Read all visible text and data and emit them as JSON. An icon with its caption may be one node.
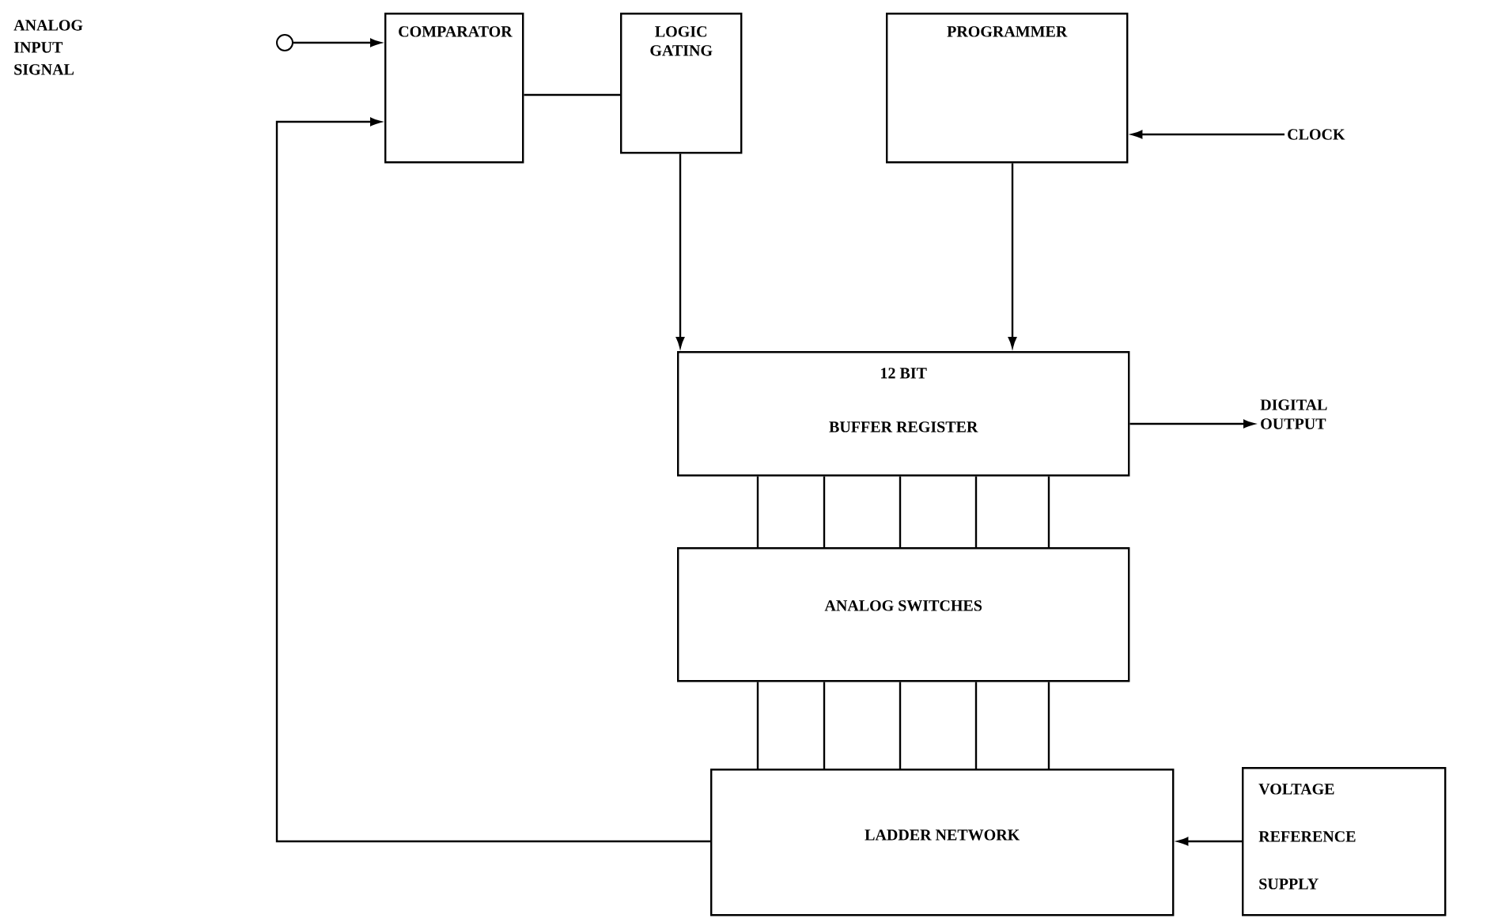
{
  "diagram": {
    "nodes": [
      {
        "text": [],
        "shape": "circle"
      },
      {
        "text": [
          "COMPARATOR"
        ]
      },
      {
        "text": [
          "LOGIC GATING"
        ]
      },
      {
        "text": [
          "PROGRAMMER"
        ]
      },
      {
        "text": [
          "CLOCK"
        ]
      },
      {
        "text": [
          "12 BIT",
          "BUFFER REGISTER"
        ]
      },
      {
        "text": [
          "ANALOG SWITCHES"
        ]
      },
      {
        "text": [
          "LADDER NETWORK"
        ]
      },
      {
        "text": [
          "VOLTAGE REFERENCE SUPPLY"
        ]
      },
      {
        "text": [
          "DIGITAL OUTPUT"
        ]
      }
    ],
    "edges": [
      {
        "from": 0,
        "to": 1,
        "arrow": "to"
      },
      {
        "from": 1,
        "to": 2,
        "arrow": "none"
      },
      {
        "from": 2,
        "to": 5,
        "arrow": "to"
      },
      {
        "from": 3,
        "to": 5,
        "arrow": "to"
      },
      {
        "from": 4,
        "to": 3,
        "arrow": "to"
      },
      {
        "from": 5,
        "to": 9,
        "arrow": "to"
      },
      {
        "from": 5,
        "to": 6,
        "arrow": "none"
      },
      {
        "from": 5,
        "to": 6,
        "arrow": "none"
      },
      {
        "from": 5,
        "to": 6,
        "arrow": "none"
      },
      {
        "from": 5,
        "to": 6,
        "arrow": "none"
      },
      {
        "from": 5,
        "to": 6,
        "arrow": "none"
      },
      {
        "from": 6,
        "to": 7,
        "arrow": "none"
      },
      {
        "from": 6,
        "to": 7,
        "arrow": "none"
      },
      {
        "from": 6,
        "to": 7,
        "arrow": "none"
      },
      {
        "from": 6,
        "to": 7,
        "arrow": "none"
      },
      {
        "from": 6,
        "to": 7,
        "arrow": "none"
      },
      {
        "from": 8,
        "to": 7,
        "arrow": "to"
      },
      {
        "from": 7,
        "to": 1,
        "arrow": "to"
      }
    ],
    "labels": [
      "ANALOG INPUT SIGNAL"
    ]
  }
}
